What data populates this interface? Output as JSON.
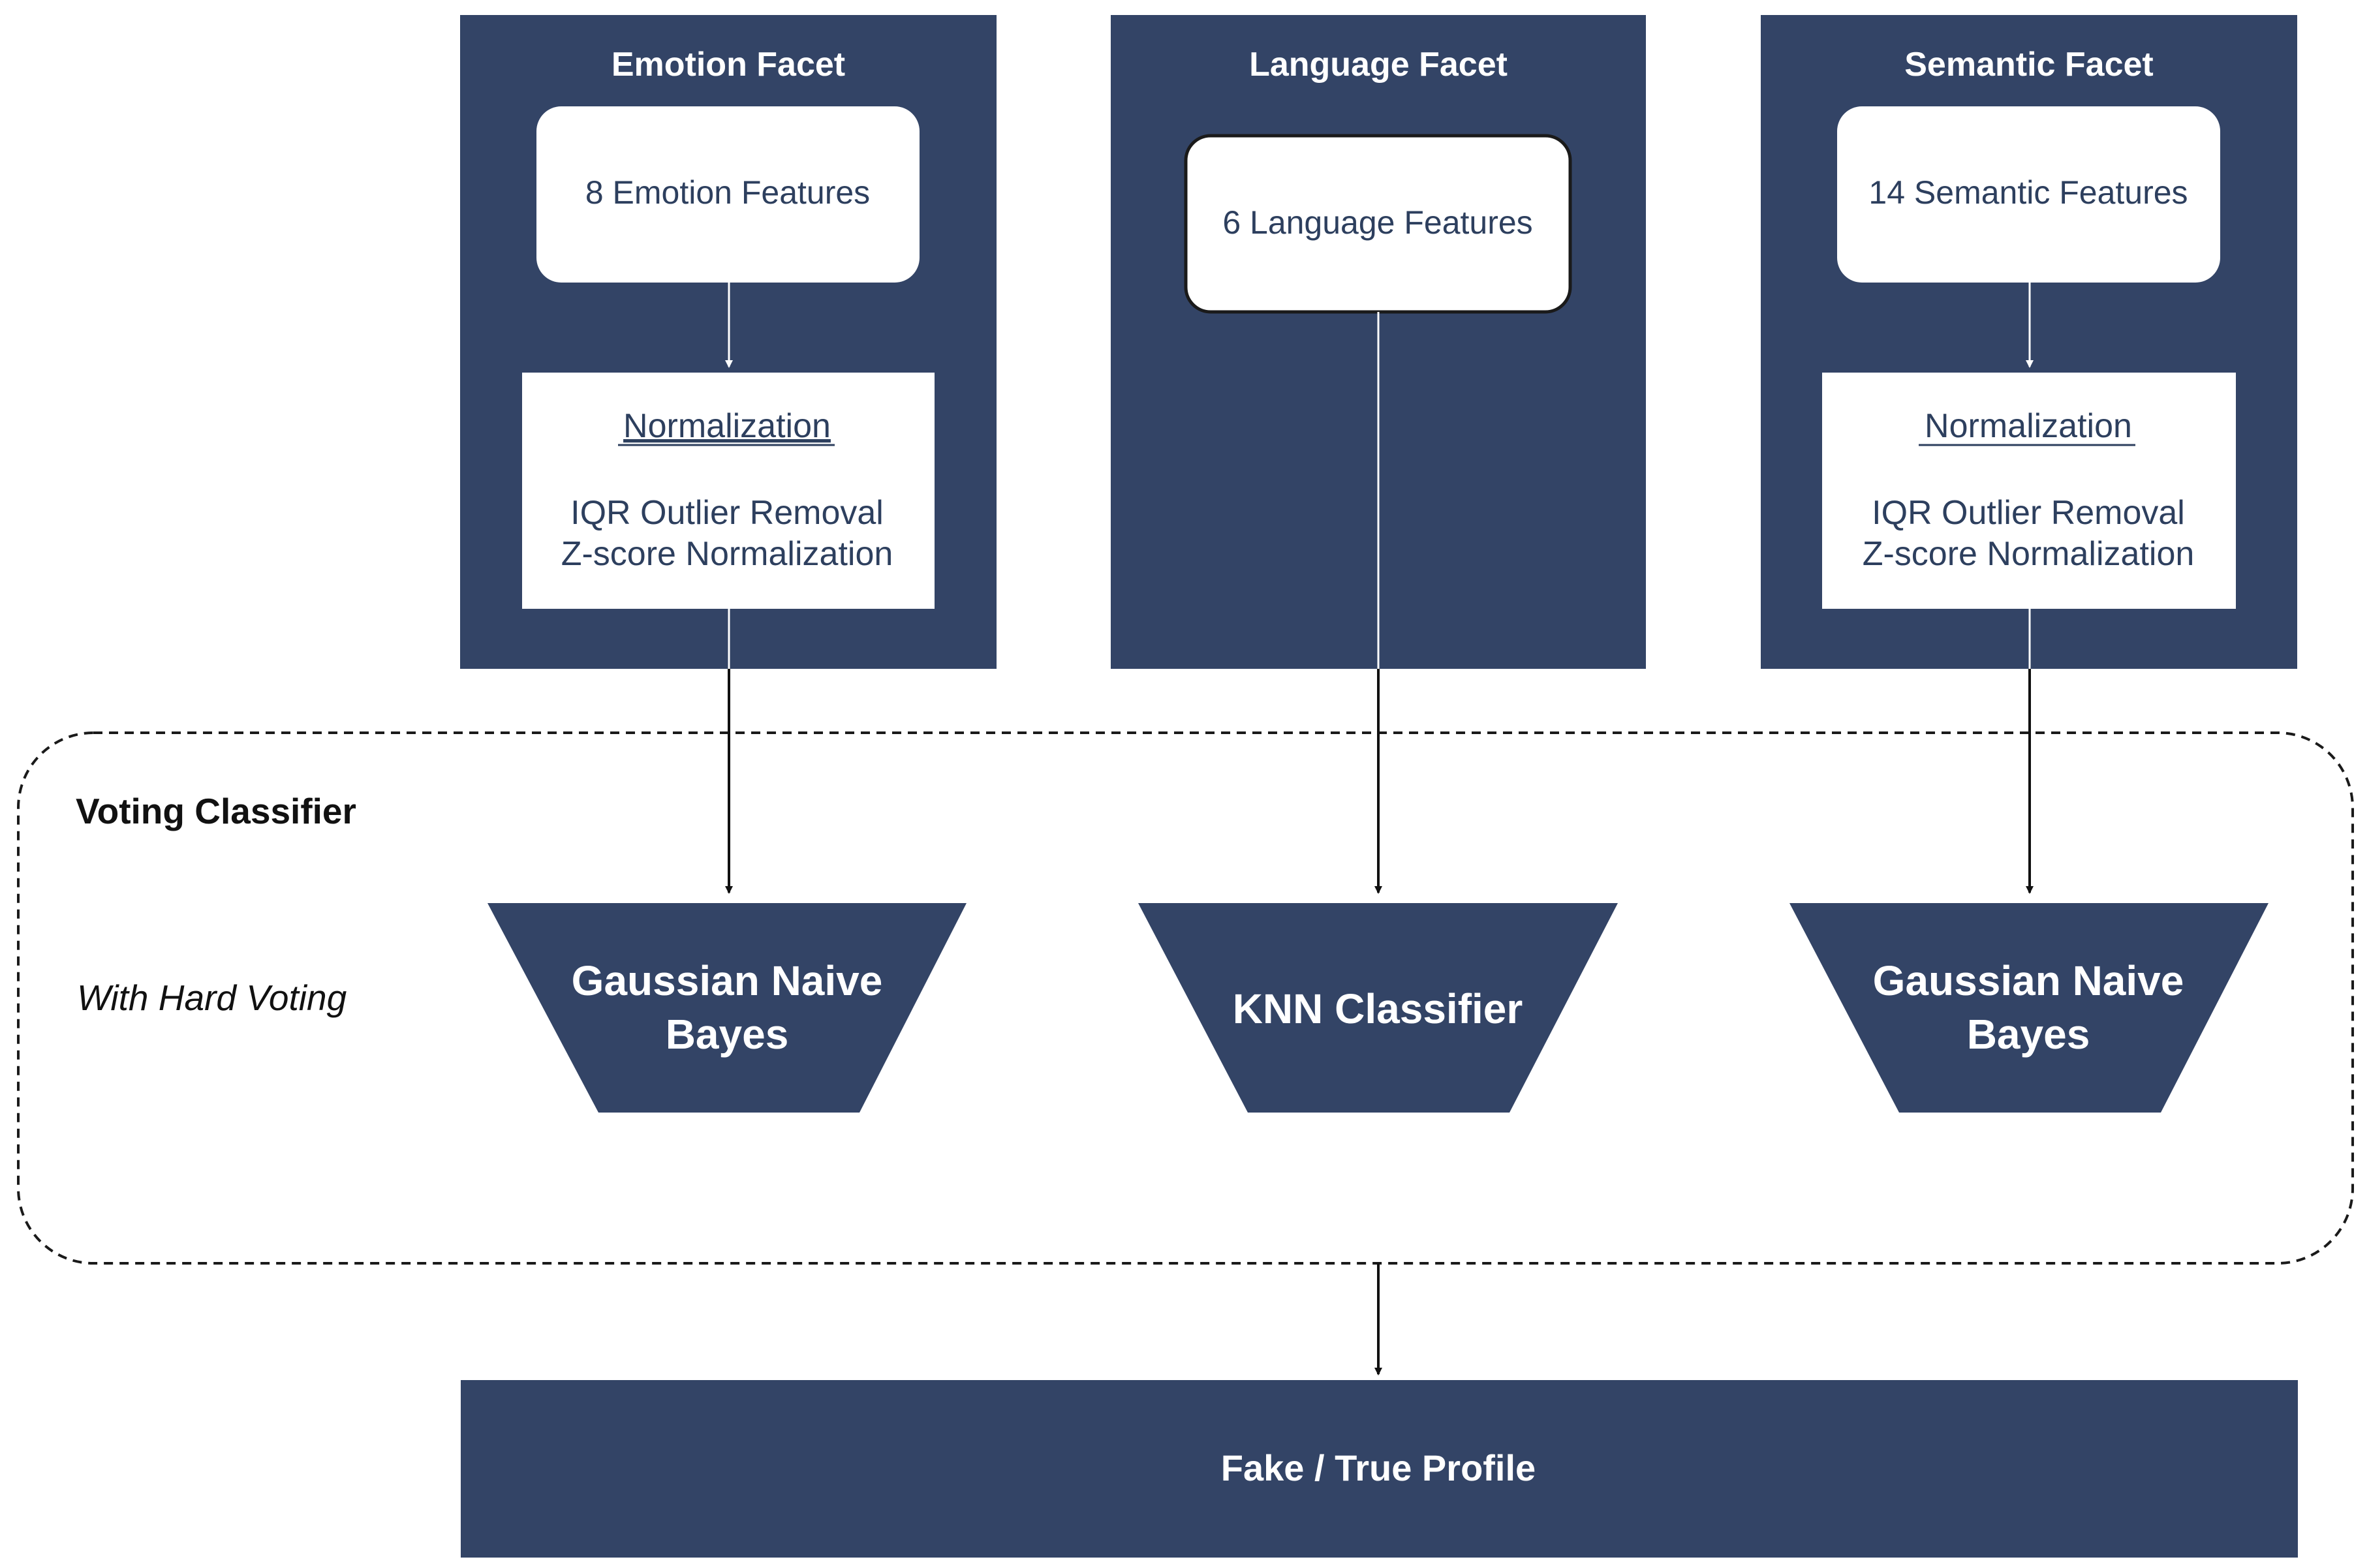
{
  "facets": [
    {
      "title": "Emotion Facet",
      "features": "8 Emotion Features",
      "normalization": {
        "heading": "Normalization",
        "steps": [
          "IQR Outlier Removal",
          "Z-score Normalization"
        ]
      },
      "classifier": [
        "Gaussian Naive",
        "Bayes"
      ]
    },
    {
      "title": "Language Facet",
      "features": "6 Language Features",
      "classifier": [
        "KNN Classifier"
      ]
    },
    {
      "title": "Semantic Facet",
      "features": "14 Semantic Features",
      "normalization": {
        "heading": "Normalization",
        "steps": [
          "IQR Outlier Removal",
          "Z-score Normalization"
        ]
      },
      "classifier": [
        "Gaussian Naive",
        "Bayes"
      ]
    }
  ],
  "voting": {
    "title": "Voting Classifier",
    "mode": "With Hard Voting"
  },
  "output": {
    "label": "Fake / True Profile"
  },
  "colors": {
    "navy": "#334466",
    "white": "#ffffff",
    "text_dark": "#2d3f5e",
    "line_light": "#ffffff",
    "arrow_dark": "#111111",
    "border_dark": "#1a1a1a"
  }
}
